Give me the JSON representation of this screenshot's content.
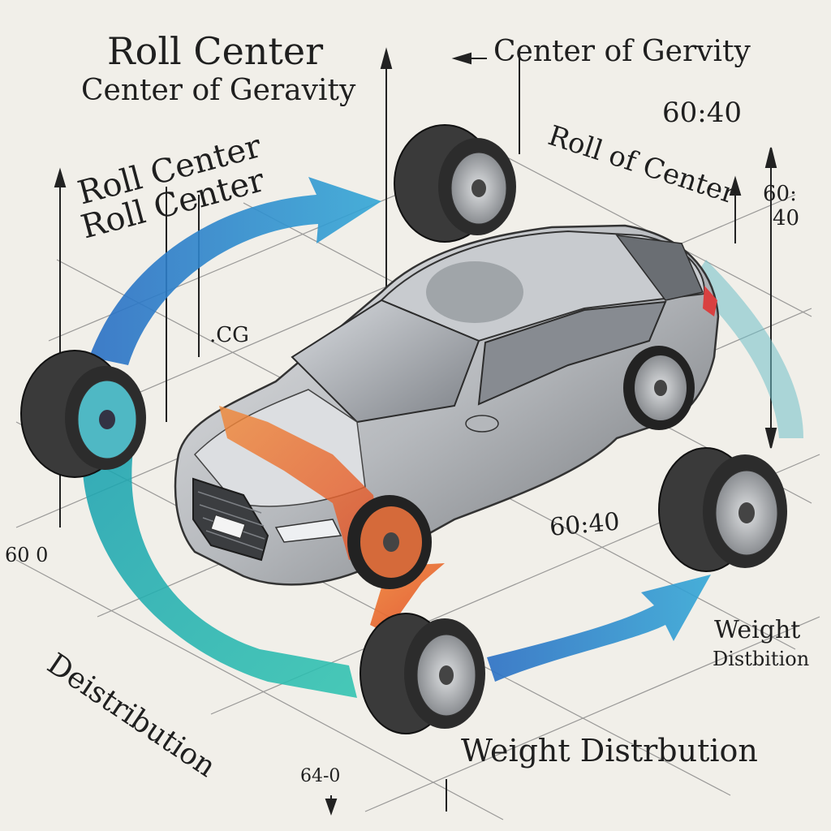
{
  "labels": {
    "roll_center_top": "Roll Center",
    "center_gravity_left": "Center of Geravity",
    "center_gravity_right": "Center of Gervity",
    "ratio_top_right": "60:40",
    "roll_of_center": "Roll of Center",
    "roll_center_a": "Roll Center",
    "roll_center_b": "Roll Center",
    "ratio_vertical_1": "60:",
    "ratio_vertical_2": "40",
    "cg": ".CG",
    "ratio_mid": "60:40",
    "ratio_left": "60 0",
    "weight_right": "Weight",
    "distribution_right": "Distbition",
    "distribution_left": "Deistribution",
    "weight_distribution_bottom": "Weight Distrbution",
    "ratio_bottom": "64-0"
  },
  "colors": {
    "background": "#f1efe9",
    "arrow_blue": "#2f8fcf",
    "arrow_teal": "#22b5a8",
    "arrow_orange": "#e8642a",
    "car_body": "#b9bcc0",
    "tire": "#3a3a3a",
    "ink": "#1f1f1f"
  }
}
